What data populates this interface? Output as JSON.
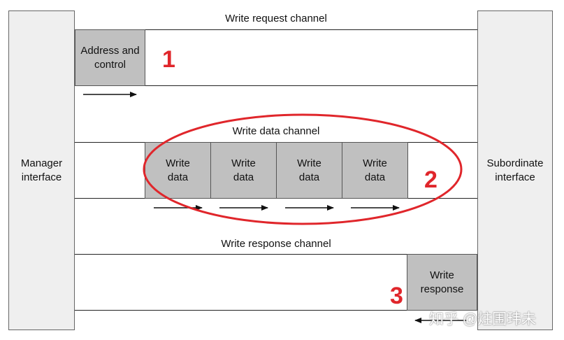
{
  "interfaces": {
    "manager": "Manager\ninterface",
    "subordinate": "Subordinate\ninterface"
  },
  "channels": {
    "write_request": {
      "title": "Write request channel",
      "box": "Address and\ncontrol",
      "number": "1"
    },
    "write_data": {
      "title": "Write data channel",
      "boxes": [
        "Write\ndata",
        "Write\ndata",
        "Write\ndata",
        "Write\ndata"
      ],
      "number": "2"
    },
    "write_response": {
      "title": "Write response channel",
      "box": "Write\nresponse",
      "number": "3"
    }
  },
  "colors": {
    "highlight": "#e0262b",
    "box_fill": "#c0c0c0",
    "interface_fill": "#efefef"
  },
  "watermark": "知乎 @炷围玮未"
}
